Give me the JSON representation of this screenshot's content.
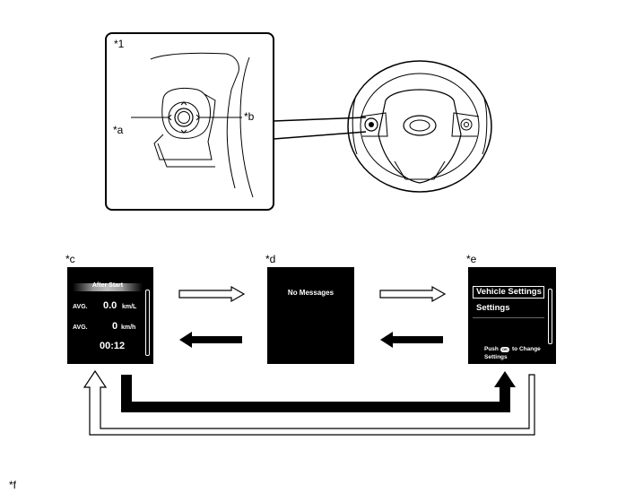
{
  "labels": {
    "inset": "*1",
    "a": "*a",
    "b": "*b",
    "c": "*c",
    "d": "*d",
    "e": "*e",
    "f": "*f"
  },
  "screen_c": {
    "header": "After Start",
    "row1_label": "AVG.",
    "row1_value": "0.0",
    "row1_unit": "km/L",
    "row2_label": "AVG.",
    "row2_value": "0",
    "row2_unit": "km/h",
    "time": "00:12"
  },
  "screen_d": {
    "message": "No Messages"
  },
  "screen_e": {
    "item_selected": "Vehicle Settings",
    "item_2": "Settings",
    "push_text": "Push",
    "ok_icon": "OK",
    "to_change": "to Change",
    "settings_word": "Settings"
  },
  "colors": {
    "screen_bg": "#000000",
    "screen_text": "#ffffff",
    "line": "#000000"
  }
}
